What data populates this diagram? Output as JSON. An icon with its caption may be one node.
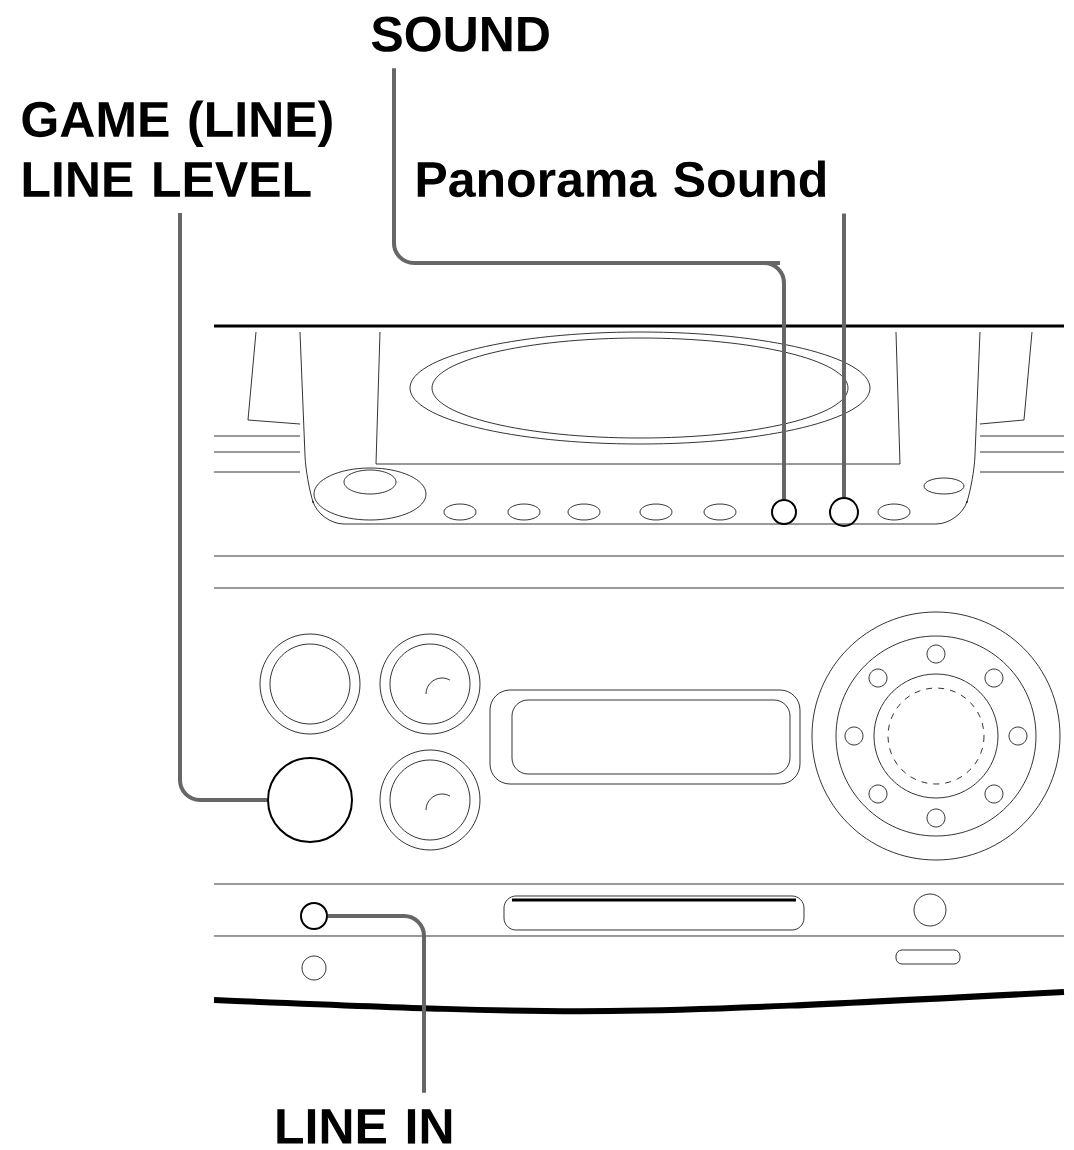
{
  "diagram": {
    "nodes": [
      {
        "text": [
          "GAME (LINE) LINE LEVEL"
        ]
      },
      {
        "text": [
          "SOUND"
        ]
      },
      {
        "text": [
          "Panorama Sound"
        ]
      },
      {
        "text": [
          "LINE IN"
        ]
      },
      {
        "text": [],
        "shape": "circle"
      },
      {
        "text": [],
        "shape": "circle"
      },
      {
        "text": [],
        "shape": "circle"
      },
      {
        "text": [],
        "shape": "circle"
      }
    ],
    "edges": [
      {
        "from": 0,
        "to": 4,
        "arrow": "none"
      },
      {
        "from": 1,
        "to": 5,
        "arrow": "none"
      },
      {
        "from": 2,
        "to": 6,
        "arrow": "none"
      },
      {
        "from": 3,
        "to": 7,
        "arrow": "none"
      }
    ]
  }
}
